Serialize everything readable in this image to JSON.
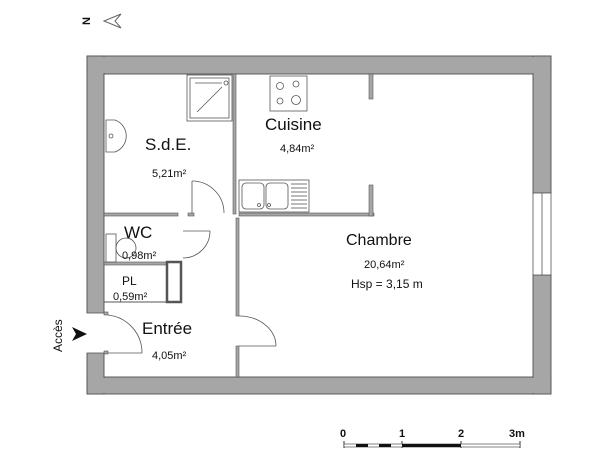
{
  "compass": {
    "label": "N",
    "icon": "north-arrow-icon"
  },
  "access": {
    "label": "Accès",
    "icon": "entry-arrow-icon"
  },
  "rooms": [
    {
      "id": "sde",
      "name": "S.d.E.",
      "area": "5,21m²"
    },
    {
      "id": "cuisine",
      "name": "Cuisine",
      "area": "4,84m²"
    },
    {
      "id": "wc",
      "name": "WC",
      "area": "0,98m²"
    },
    {
      "id": "pl",
      "name": "PL",
      "area": "0,59m²"
    },
    {
      "id": "entree",
      "name": "Entrée",
      "area": "4,05m²"
    },
    {
      "id": "chambre",
      "name": "Chambre",
      "area": "20,64m²",
      "height": "Hsp = 3,15 m"
    }
  ],
  "scale_bar": {
    "ticks": [
      "0",
      "1",
      "2",
      "3m"
    ]
  },
  "colors": {
    "wall": "#a6a6a6",
    "wall_edge": "#555555",
    "line": "#555555",
    "background": "#ffffff"
  }
}
